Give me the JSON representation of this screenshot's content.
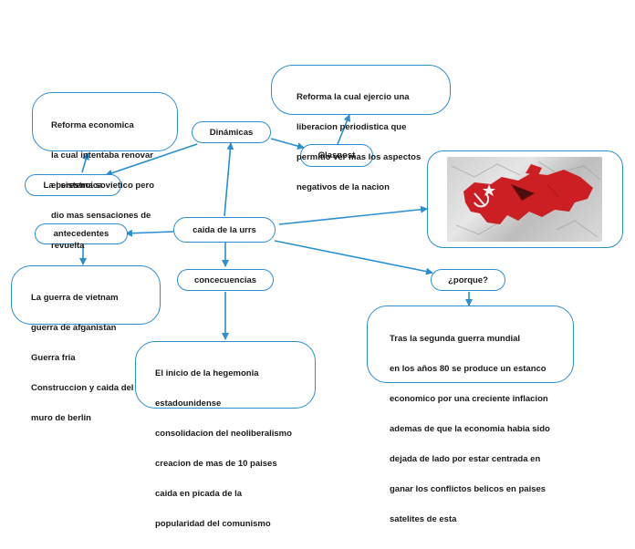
{
  "nodes": {
    "root": "caida de la urrs",
    "dinamicas": "Dinámicas",
    "perestroica": "La perestroica",
    "glasnost": "Glasnost",
    "antecedentes": "antecedentes",
    "consecuencias": "concecuencias",
    "porque": "¿porque?"
  },
  "notes": {
    "reforma_economica": [
      "Reforma economica",
      "la cual intentaba renovar",
      "el sistema sovietico pero",
      "dio mas sensaciones de",
      "revuelta"
    ],
    "reforma_glasnost": [
      "Reforma la cual ejercio una",
      "liberacion periodistica que",
      "permitio ver mas los aspectos",
      "negativos de la nacion"
    ],
    "antecedentes_list": [
      "La guerra de vietnam",
      "guerra de afganistan",
      "Guerra fria",
      "Construccion y caida del",
      "muro de berlin"
    ],
    "consecuencias_list": [
      "El inicio de la hegemonia",
      "estadounidense",
      "consolidacion del neoliberalismo",
      "creacion de mas de 10 paises",
      "caida en picada de la",
      "popularidad del comunismo"
    ],
    "porque_text": [
      "Tras la segunda guerra mundial",
      "en los años 80 se produce un estanco",
      "economico por una creciente inflacion",
      "ademas de que la economia habia sido",
      "dejada de lado por estar centrada en",
      "ganar los conflictos belicos en paises",
      "satelites de esta"
    ]
  },
  "image": {
    "icon": "ussr-map-flag-image"
  },
  "colors": {
    "connector": "#2a8fd0",
    "border": "#2a8fd0",
    "flag_red": "#cc1f24",
    "text": "#1a1a1a"
  }
}
